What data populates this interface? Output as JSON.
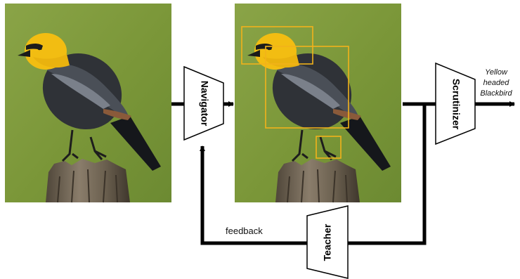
{
  "modules": {
    "navigator": "Navigator",
    "scrutinizer": "Scrutinizer",
    "teacher": "Teacher"
  },
  "edges": {
    "feedback": "feedback"
  },
  "output": {
    "line1": "Yellow",
    "line2": "headed",
    "line3": "Blackbird"
  },
  "images": {
    "input": "bird-photo",
    "attended": "bird-photo-with-region-boxes",
    "region_box_count": 3
  },
  "colors": {
    "background": "#ffffff",
    "arrow": "#000000",
    "region_box": "#f2b21b",
    "photo_background": "#7f9a3c",
    "bird_head": "#f2bd12",
    "bird_body": "#2e3136",
    "stump": "#6f6354"
  }
}
